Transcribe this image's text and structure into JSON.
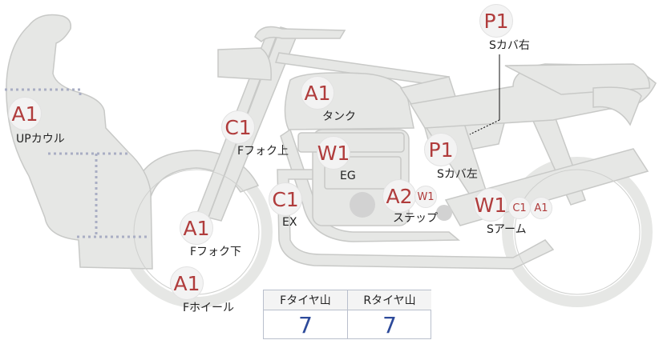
{
  "parts": [
    {
      "id": "up-cowl",
      "code": "A1",
      "label": "UPカウル"
    },
    {
      "id": "tank",
      "code": "A1",
      "label": "タンク"
    },
    {
      "id": "f-fork-upper",
      "code": "C1",
      "label": "Fフォク上"
    },
    {
      "id": "engine",
      "code": "W1",
      "label": "EG"
    },
    {
      "id": "s-cover-right",
      "code": "P1",
      "label": "Sカバ右"
    },
    {
      "id": "s-cover-left",
      "code": "P1",
      "label": "Sカバ左"
    },
    {
      "id": "exhaust",
      "code": "C1",
      "label": "EX"
    },
    {
      "id": "step",
      "codes": [
        "A2",
        "W1"
      ],
      "label": "ステップ"
    },
    {
      "id": "swing-arm",
      "codes": [
        "W1",
        "C1",
        "A1"
      ],
      "label": "Sアーム"
    },
    {
      "id": "f-fork-lower",
      "code": "A1",
      "label": "Fフォク下"
    },
    {
      "id": "f-wheel",
      "code": "A1",
      "label": "Fホイール"
    }
  ],
  "tread": {
    "front_label": "Fタイヤ山",
    "front_value": "7",
    "rear_label": "Rタイヤ山",
    "rear_value": "7"
  },
  "colors": {
    "part_fill": "#e6e7e5",
    "part_stroke": "#c5c6c4",
    "code_text": "#b03c3c",
    "value_text": "#2d4a9a",
    "dotted_line": "#a9aec4"
  }
}
